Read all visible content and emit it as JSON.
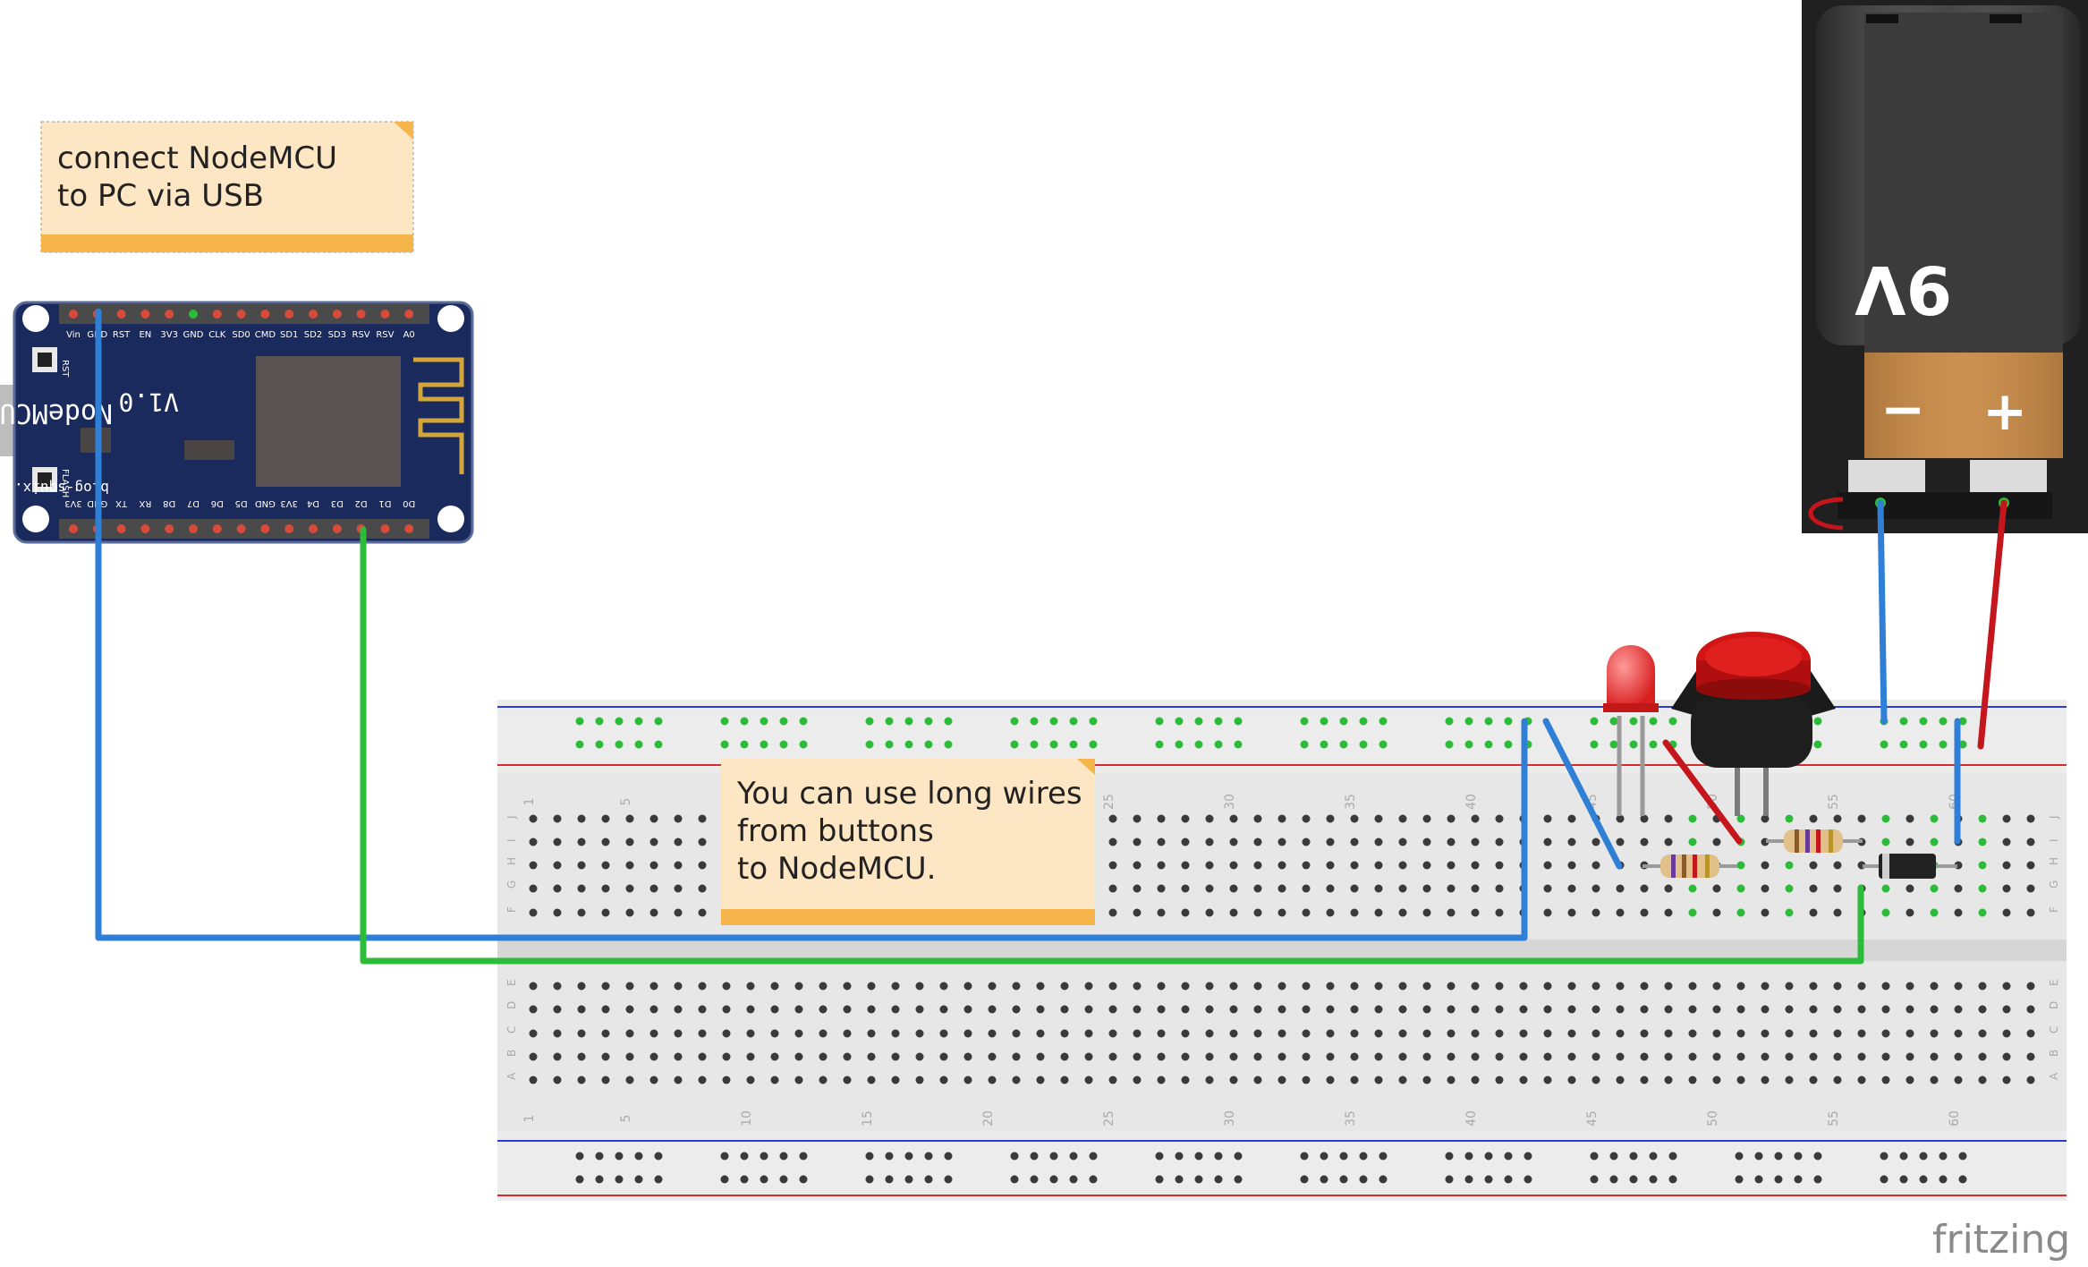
{
  "notes": {
    "usb": [
      "connect NodeMCU",
      "to PC via USB"
    ],
    "wires": [
      "You can use long wires",
      "from buttons",
      "to NodeMCU."
    ]
  },
  "nodemcu": {
    "title": "NodeMCU",
    "version": "V1.0",
    "site": "blog-squix.ch",
    "btn_rst": "RST",
    "btn_flash": "FLASH",
    "pins_top": [
      "Vin",
      "GND",
      "RST",
      "EN",
      "3V3",
      "GND",
      "CLK",
      "SD0",
      "CMD",
      "SD1",
      "SD2",
      "SD3",
      "RSV",
      "RSV",
      "A0"
    ],
    "pins_bottom": [
      "3V3",
      "GND",
      "TX",
      "RX",
      "D8",
      "D7",
      "D6",
      "D5",
      "GND",
      "3V3",
      "D4",
      "D3",
      "D2",
      "D1",
      "D0"
    ]
  },
  "battery": {
    "label": "9V",
    "minus": "−",
    "plus": "+"
  },
  "breadboard": {
    "column_numbers": [
      "1",
      "5",
      "10",
      "15",
      "20",
      "25",
      "30",
      "35",
      "40",
      "45",
      "50",
      "55",
      "60"
    ],
    "rows_top": [
      "J",
      "I",
      "H",
      "G",
      "F"
    ],
    "rows_bottom": [
      "E",
      "D",
      "C",
      "B",
      "A"
    ]
  },
  "colors": {
    "wire_blue": "#2f7fd6",
    "wire_green": "#2dbb3a",
    "wire_red": "#c4161c",
    "note_bg": "#fde6c4",
    "note_bar": "#f5b54a",
    "board_blue": "#1b2a5c"
  },
  "brand": "fritzing"
}
